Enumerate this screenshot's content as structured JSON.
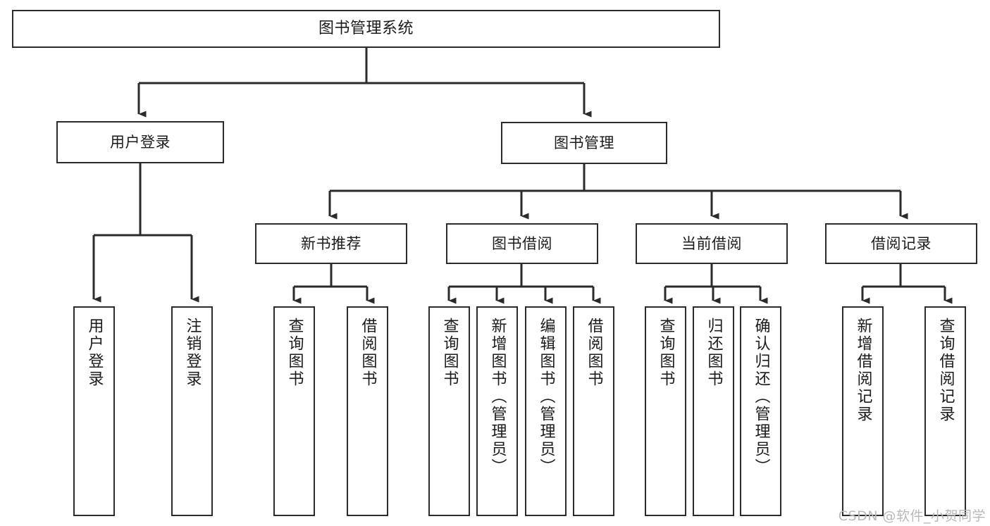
{
  "diagram": {
    "title": "图书管理系统",
    "type": "tree-structure-chart",
    "stroke_color": "#2b2b2b",
    "fill_color": "#ffffff",
    "text_color": "#1b1b1b",
    "watermark": "CSDN @软件_小贺同学"
  },
  "nodes": {
    "root": {
      "label": "图书管理系统"
    },
    "level2": [
      {
        "id": "user-login",
        "label": "用户登录"
      },
      {
        "id": "book-manage",
        "label": "图书管理"
      }
    ],
    "level3": [
      {
        "id": "new-book-recommend",
        "label": "新书推荐"
      },
      {
        "id": "book-borrow",
        "label": "图书借阅"
      },
      {
        "id": "current-borrow",
        "label": "当前借阅"
      },
      {
        "id": "borrow-record",
        "label": "借阅记录"
      }
    ],
    "leaves": {
      "user_login": [
        {
          "id": "leaf-user-login",
          "label": "用户登录"
        },
        {
          "id": "leaf-logout-login",
          "label": "注销登录"
        }
      ],
      "new_book_recommend": [
        {
          "id": "leaf-query-book-1",
          "label": "查询图书"
        },
        {
          "id": "leaf-borrow-book-1",
          "label": "借阅图书"
        }
      ],
      "book_borrow": [
        {
          "id": "leaf-query-book-2",
          "label": "查询图书"
        },
        {
          "id": "leaf-add-book",
          "label": "新增图书（管理员）"
        },
        {
          "id": "leaf-edit-book",
          "label": "编辑图书（管理员）"
        },
        {
          "id": "leaf-borrow-book-2",
          "label": "借阅图书"
        }
      ],
      "current_borrow": [
        {
          "id": "leaf-query-book-3",
          "label": "查询图书"
        },
        {
          "id": "leaf-return-book",
          "label": "归还图书"
        },
        {
          "id": "leaf-confirm-return",
          "label": "确认归还（管理员）"
        }
      ],
      "borrow_record": [
        {
          "id": "leaf-add-record",
          "label": "新增借阅记录"
        },
        {
          "id": "leaf-query-record",
          "label": "查询借阅记录"
        }
      ]
    }
  }
}
